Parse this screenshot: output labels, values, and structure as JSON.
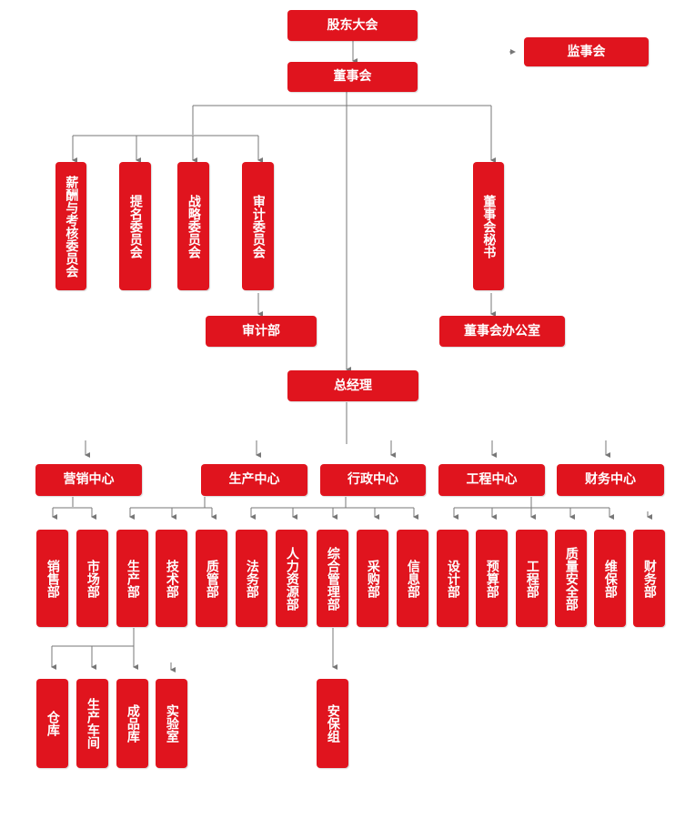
{
  "theme": {
    "box_color": "#e0141e",
    "line_color": "#777777",
    "text_color": "#ffffff"
  },
  "nodes": {
    "shareholders": "股东大会",
    "supervisors": "监事会",
    "board": "董事会",
    "comp_committee": "薪酬与考核委员会",
    "nomination_committee": "提名委员会",
    "strategy_committee": "战略委员会",
    "audit_committee": "审计委员会",
    "board_secretary": "董事会秘书",
    "audit_dept": "审计部",
    "board_office": "董事会办公室",
    "general_manager": "总经理",
    "marketing_center": "营销中心",
    "production_center": "生产中心",
    "admin_center": "行政中心",
    "engineering_center": "工程中心",
    "finance_center": "财务中心",
    "sales_dept": "销售部",
    "market_dept": "市场部",
    "production_dept": "生产部",
    "tech_dept": "技术部",
    "qc_dept": "质管部",
    "legal_dept": "法务部",
    "hr_dept": "人力资源部",
    "general_mgmt_dept": "综合管理部",
    "purchasing_dept": "采购部",
    "info_dept": "信息部",
    "design_dept": "设计部",
    "budget_dept": "预算部",
    "engineering_dept": "工程部",
    "quality_safety_dept": "质量安全部",
    "maintenance_dept": "维保部",
    "finance_dept": "财务部",
    "warehouse": "仓库",
    "workshop": "生产车间",
    "finished_goods": "成品库",
    "laboratory": "实验室",
    "security_team": "安保组"
  }
}
